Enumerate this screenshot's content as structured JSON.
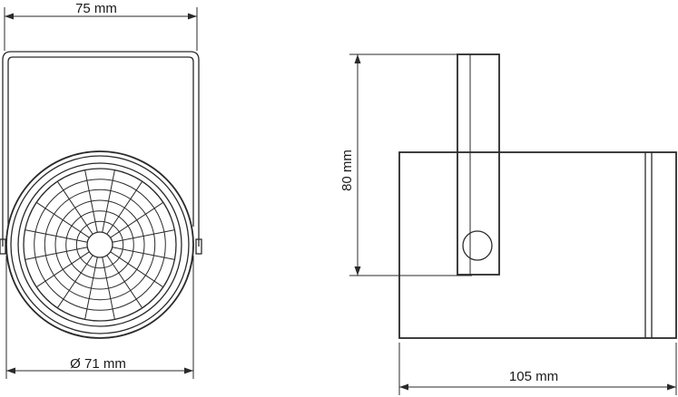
{
  "dimensions": {
    "width_top": "75 mm",
    "diameter_front": "Ø 71 mm",
    "height_side": "80 mm",
    "length_side": "105 mm"
  },
  "colors": {
    "line": "#2a2a2a",
    "background": "#ffffff"
  },
  "grille": {
    "rings": 5,
    "spokes": 16
  }
}
